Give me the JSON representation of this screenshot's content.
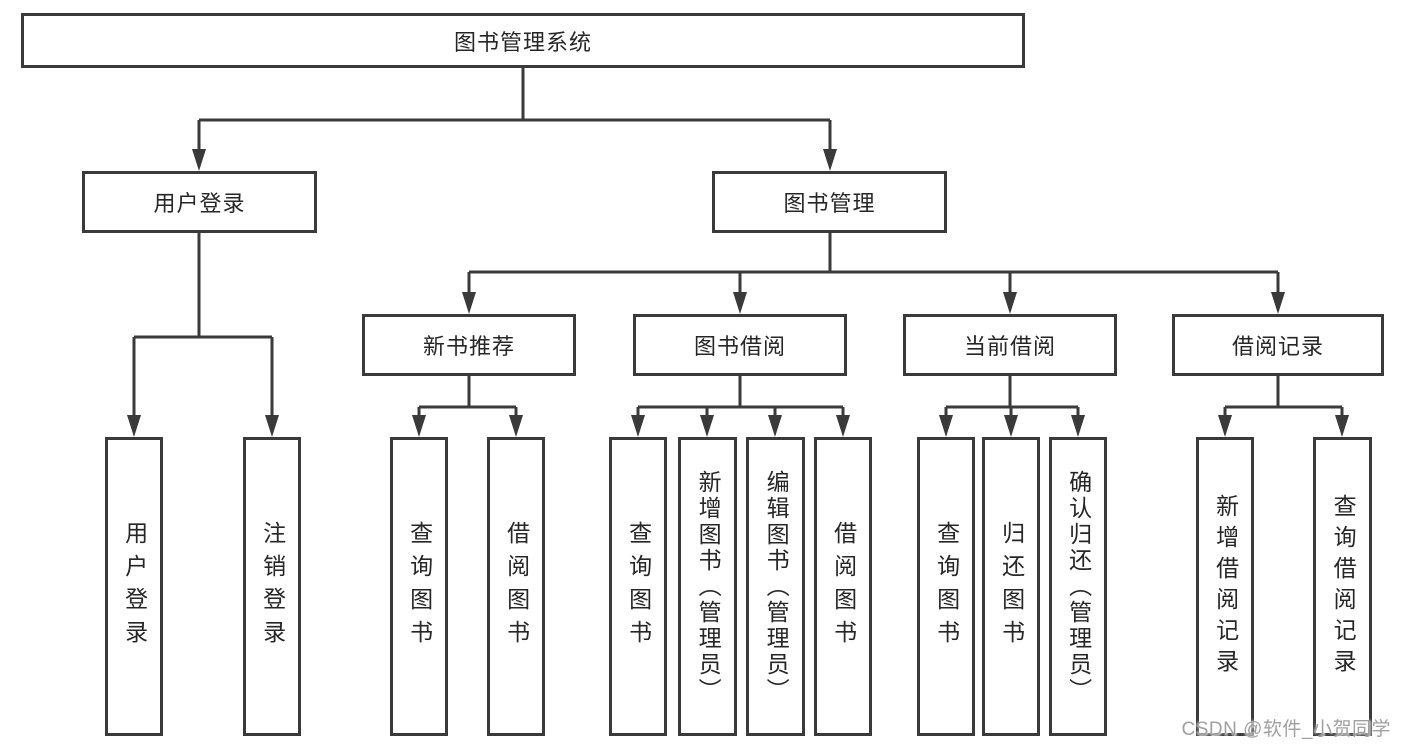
{
  "tree": {
    "label": "图书管理系统",
    "children": [
      {
        "label": "用户登录",
        "children": [
          {
            "label": "用户登录"
          },
          {
            "label": "注销登录"
          }
        ]
      },
      {
        "label": "图书管理",
        "children": [
          {
            "label": "新书推荐",
            "children": [
              {
                "label": "查询图书"
              },
              {
                "label": "借阅图书"
              }
            ]
          },
          {
            "label": "图书借阅",
            "children": [
              {
                "label": "查询图书"
              },
              {
                "label": "新增图书（管理员）"
              },
              {
                "label": "编辑图书（管理员）"
              },
              {
                "label": "借阅图书"
              }
            ]
          },
          {
            "label": "当前借阅",
            "children": [
              {
                "label": "查询图书"
              },
              {
                "label": "归还图书"
              },
              {
                "label": "确认归还（管理员）"
              }
            ]
          },
          {
            "label": "借阅记录",
            "children": [
              {
                "label": "新增借阅记录"
              },
              {
                "label": "查询借阅记录"
              }
            ]
          }
        ]
      }
    ]
  },
  "watermark": "CSDN @软件_小贺同学",
  "colors": {
    "line": "#3a3a3a",
    "text": "#262626",
    "watermark": "#a0a0a0",
    "background": "#ffffff"
  }
}
